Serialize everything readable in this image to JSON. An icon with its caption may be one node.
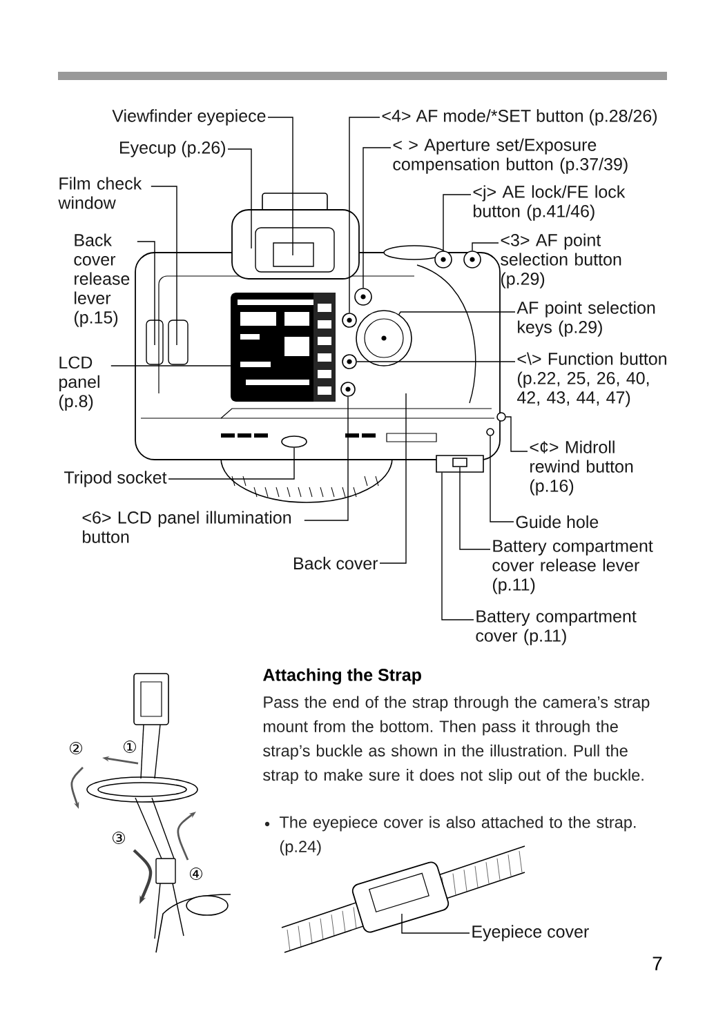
{
  "diagram": {
    "nodes": [
      {
        "text": [
          "Viewfinder eyepiece"
        ]
      },
      {
        "text": [
          "Eyecup (p.26)"
        ]
      },
      {
        "text": [
          "Film check window"
        ]
      },
      {
        "text": [
          "Back cover release lever (p.15)"
        ]
      },
      {
        "text": [
          "LCD panel (p.8)"
        ]
      },
      {
        "text": [
          "Tripod socket"
        ]
      },
      {
        "text": [
          "<6> LCD panel illumination button"
        ]
      },
      {
        "text": [
          "Back cover"
        ]
      },
      {
        "text": [
          "<4> AF mode/*SET button (p.28/26)"
        ]
      },
      {
        "text": [
          "< > Aperture set/Exposure compensation button (p.37/39)"
        ]
      },
      {
        "text": [
          "<j> AE lock/FE lock button (p.41/46)"
        ]
      },
      {
        "text": [
          "<3> AF point selection button (p.29)"
        ]
      },
      {
        "text": [
          "AF point selection keys (p.29)"
        ]
      },
      {
        "text": [
          "<\\> Function button (p.22, 25, 26, 40, 42, 43, 44, 47)"
        ]
      },
      {
        "text": [
          "<¢> Midroll rewind button (p.16)"
        ]
      },
      {
        "text": [
          "Guide hole"
        ]
      },
      {
        "text": [
          "Battery compartment cover release lever (p.11)"
        ]
      },
      {
        "text": [
          "Battery compartment cover (p.11)"
        ]
      },
      {
        "text": [
          "Eyepiece cover"
        ]
      },
      {
        "text": [],
        "shape": "circle"
      },
      {
        "text": [],
        "shape": "circle"
      },
      {
        "text": [],
        "shape": "circle"
      },
      {
        "text": [],
        "shape": "circle"
      },
      {
        "text": [],
        "shape": "circle"
      },
      {
        "text": [],
        "shape": "circle"
      },
      {
        "text": [],
        "shape": "circle"
      },
      {
        "text": [],
        "shape": "circle"
      },
      {
        "text": [],
        "shape": "circle"
      },
      {
        "text": [],
        "shape": "box"
      },
      {
        "text": [],
        "shape": "box",
        "in": 28
      },
      {
        "text": [],
        "shape": "circle"
      }
    ],
    "edges": [
      {
        "from": 0,
        "to": null,
        "arrow": "none"
      },
      {
        "from": 1,
        "to": null,
        "arrow": "none"
      },
      {
        "from": 2,
        "to": null,
        "arrow": "none"
      },
      {
        "from": 3,
        "to": null,
        "arrow": "none"
      },
      {
        "from": 4,
        "to": null,
        "arrow": "none"
      },
      {
        "from": 5,
        "to": 26,
        "arrow": "none"
      },
      {
        "from": 6,
        "to": 22,
        "arrow": "none"
      },
      {
        "from": 7,
        "to": null,
        "arrow": "none"
      },
      {
        "from": 8,
        "to": 20,
        "arrow": "none"
      },
      {
        "from": 9,
        "to": 19,
        "arrow": "none"
      },
      {
        "from": 10,
        "to": 23,
        "arrow": "none"
      },
      {
        "from": 11,
        "to": 24,
        "arrow": "none"
      },
      {
        "from": 12,
        "to": 27,
        "arrow": "none"
      },
      {
        "from": 13,
        "to": 21,
        "arrow": "none"
      },
      {
        "from": 14,
        "to": 25,
        "arrow": "none"
      },
      {
        "from": 15,
        "to": 30,
        "arrow": "none"
      },
      {
        "from": 16,
        "to": 29,
        "arrow": "none"
      },
      {
        "from": 17,
        "to": 28,
        "arrow": "none"
      },
      {
        "from": 18,
        "to": null,
        "arrow": "none"
      }
    ],
    "labels": [
      "Attaching the Strap",
      "Pass the end of the strap through the camera’s strap mount from the bottom. Then pass it through the strap’s buckle as shown in the illustration. Pull the strap to make sure it does not slip out of the buckle.",
      "The eyepiece cover is also attached to the strap. (p.24)",
      "②",
      "①",
      "③",
      "④",
      "7"
    ]
  }
}
